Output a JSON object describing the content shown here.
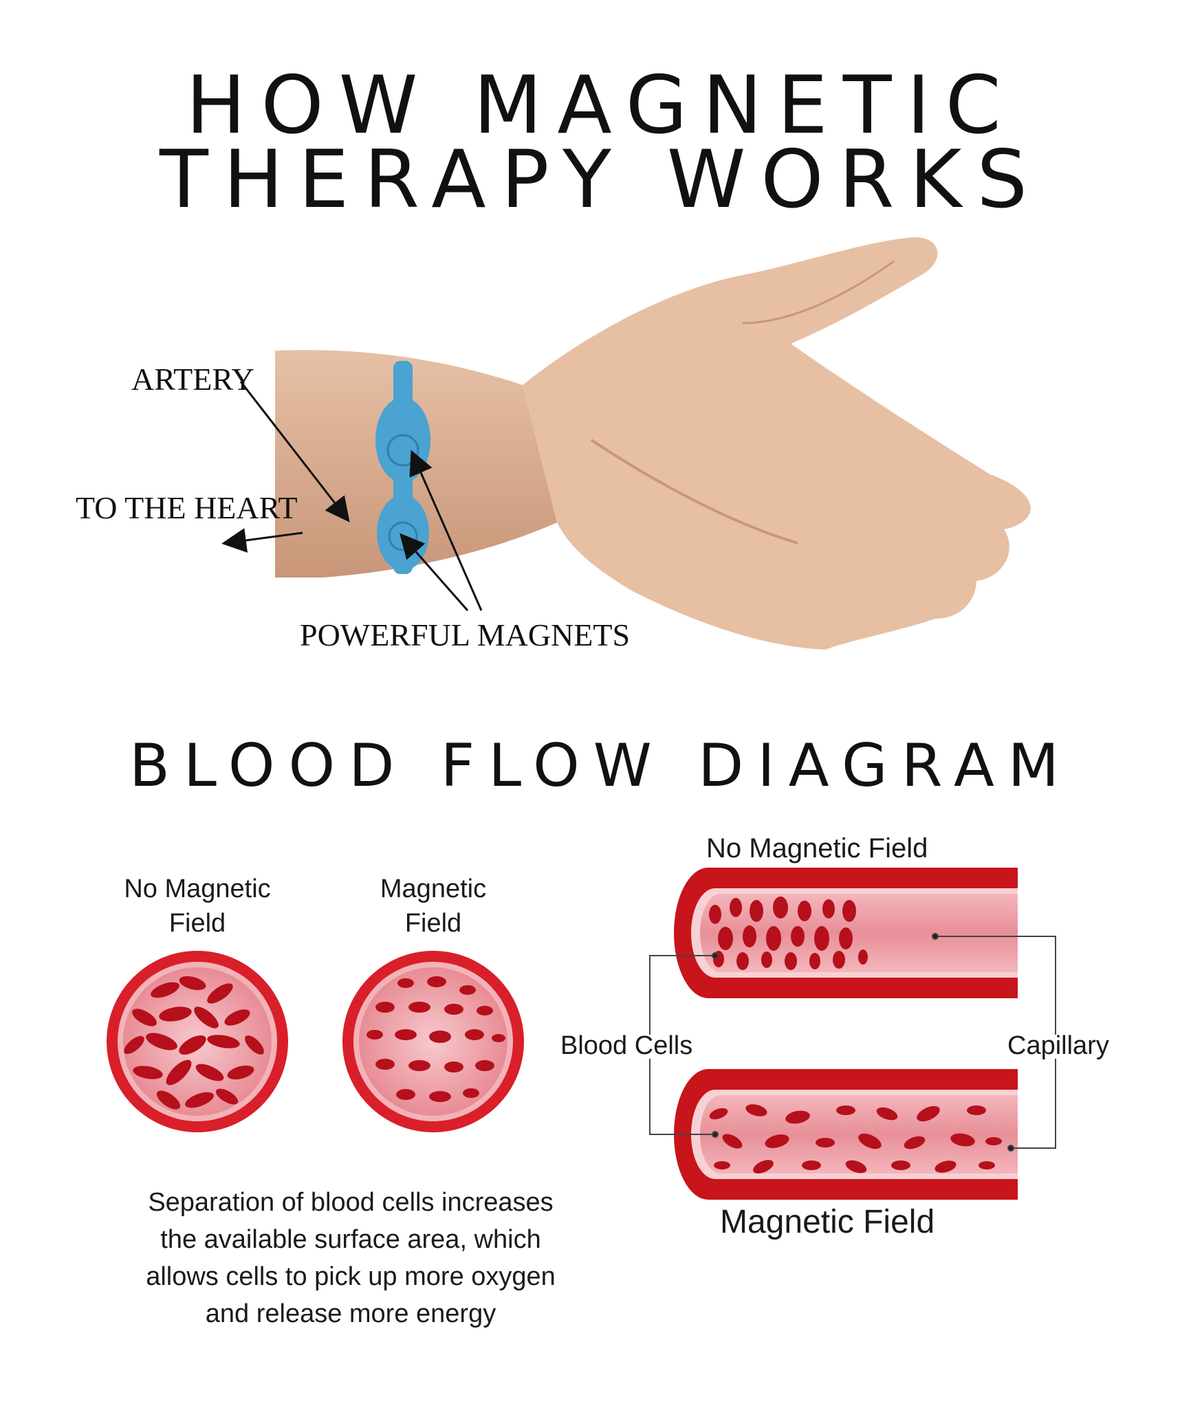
{
  "title": {
    "line1": "HOW MAGNETIC",
    "line2": "THERAPY WORKS"
  },
  "wrist_labels": {
    "artery": "ARTERY",
    "to_heart": "TO THE HEART",
    "magnets": "POWERFUL MAGNETS"
  },
  "section_title": "BLOOD FLOW DIAGRAM",
  "circles": {
    "left": {
      "line1": "No Magnetic",
      "line2": "Field"
    },
    "right": {
      "line1": "Magnetic",
      "line2": "Field"
    }
  },
  "vessels": {
    "top_label": "No Magnetic Field",
    "bottom_label": "Magnetic Field",
    "blood_cells": "Blood Cells",
    "capillary": "Capillary"
  },
  "caption": {
    "line1": "Separation of blood cells increases",
    "line2": "the available surface area, which",
    "line3": "allows cells to pick up more oxygen",
    "line4": "and release more energy"
  },
  "colors": {
    "band": "#4aa3d1",
    "skin": "#e2b89b",
    "vessel": "#c8141b",
    "plasma": "#f0a7ae",
    "cell": "#b5101b"
  }
}
